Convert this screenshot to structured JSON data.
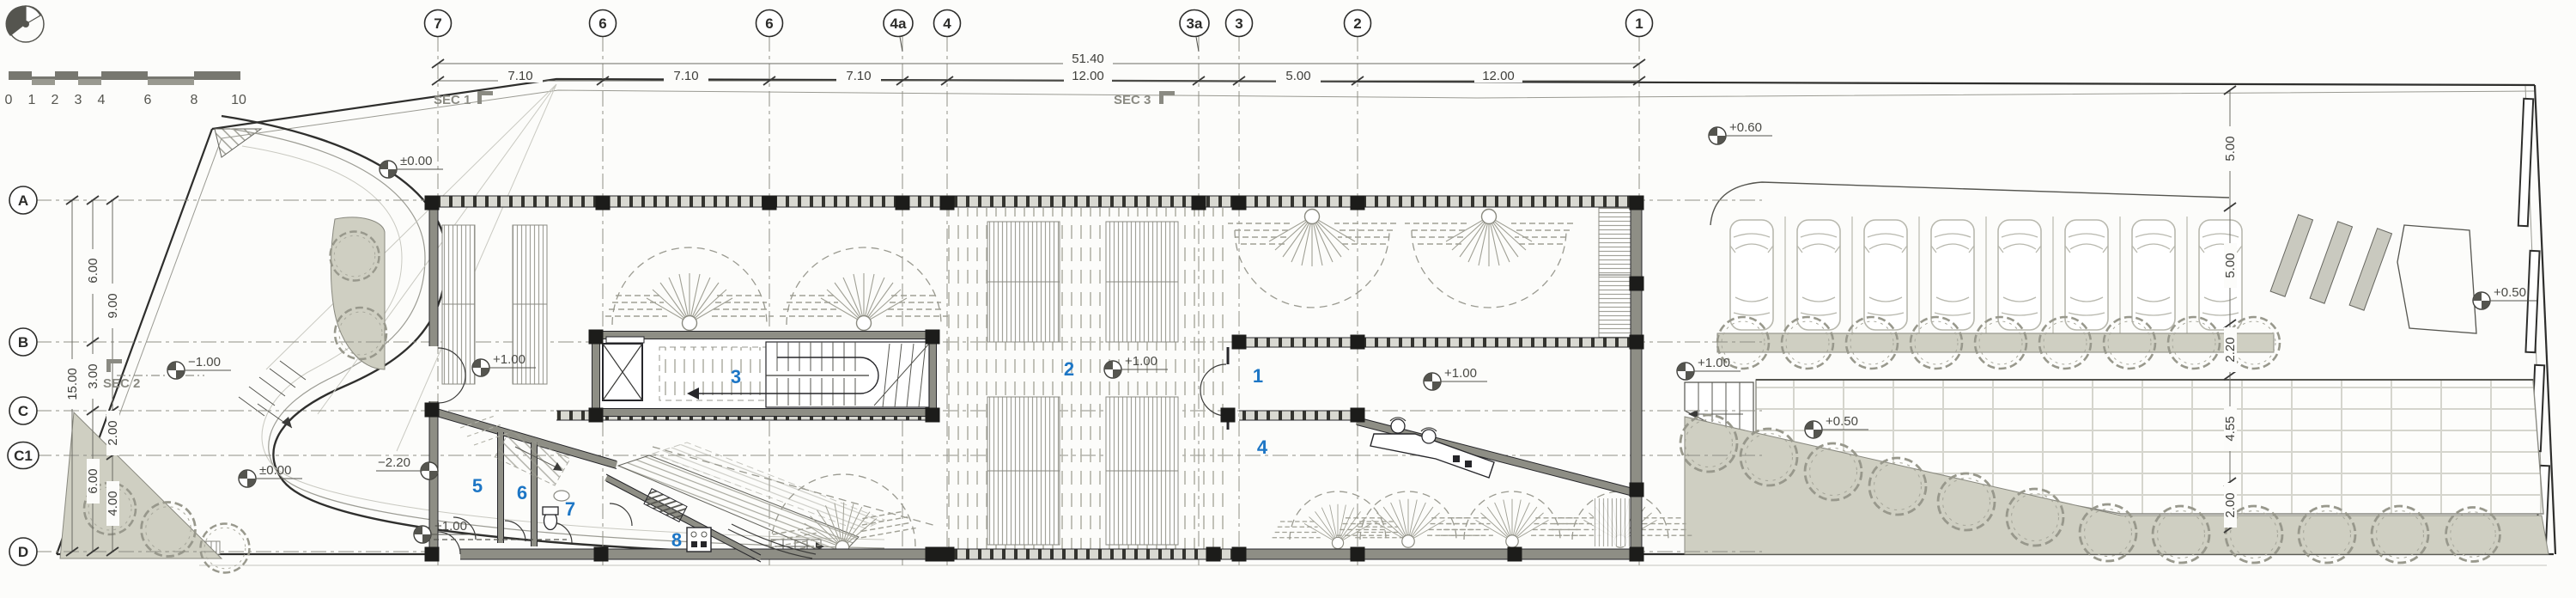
{
  "meta": {
    "drawing_type": "architectural ground floor site plan"
  },
  "scale_bar": {
    "tick_labels": [
      "0",
      "1",
      "2",
      "3",
      "4",
      "6",
      "8",
      "10"
    ]
  },
  "grid_bubbles": {
    "top": [
      "7",
      "6",
      "6",
      "4a",
      "4",
      "3a",
      "3",
      "2",
      "1"
    ],
    "left": [
      "A",
      "B",
      "C",
      "C1",
      "D"
    ]
  },
  "dimensions": {
    "top_overall": "51.40",
    "top_segments": [
      "7.10",
      "7.10",
      "7.10",
      "12.00",
      "5.00",
      "12.00"
    ],
    "left_col1": "15.00",
    "left_col2": [
      "6.00",
      "3.00",
      "6.00"
    ],
    "left_col3": [
      "9.00",
      "2.00",
      "4.00"
    ],
    "right": [
      "5.00",
      "5.00",
      "2.20",
      "4.55",
      "2.00"
    ]
  },
  "section_labels": [
    "SEC 1",
    "SEC 2",
    "SEC 3"
  ],
  "level_markers": [
    "±0.00",
    "−1.00",
    "±0.00",
    "−2.20",
    "+1.00",
    "+1.00",
    "+1.00",
    "+1.00",
    "+1.00",
    "+0.60",
    "+0.50",
    "+0.50"
  ],
  "room_numbers": [
    "1",
    "2",
    "3",
    "4",
    "5",
    "6",
    "7",
    "8"
  ],
  "colors": {
    "wall": "#8e8e85",
    "column": "#1c1c1a",
    "vegetation": "#cfcfc2",
    "room_number_blue": "#1d76c5",
    "line": "#3a3a38",
    "hatch": "#a2a29a"
  }
}
